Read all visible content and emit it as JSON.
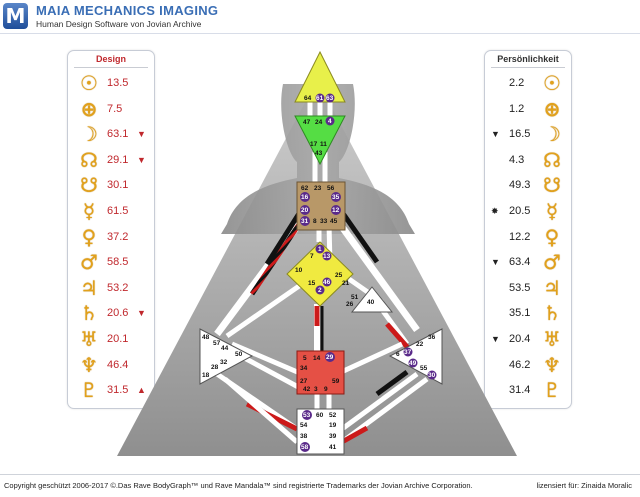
{
  "app": {
    "logo_letter": "M",
    "title": "MAIA MECHANICS IMAGING",
    "subtitle": "Human Design Software von Jovian Archive"
  },
  "design": {
    "title": "Design",
    "color": "#c0282d",
    "rows": [
      {
        "icon": "sun-icon",
        "glyph": "☉",
        "value": "13.5",
        "mark": ""
      },
      {
        "icon": "earth-icon",
        "glyph": "⊕",
        "value": "7.5",
        "mark": ""
      },
      {
        "icon": "moon-icon",
        "glyph": "☽",
        "value": "63.1",
        "mark": "▼"
      },
      {
        "icon": "north-node-icon",
        "glyph": "☊",
        "value": "29.1",
        "mark": "▼"
      },
      {
        "icon": "south-node-icon",
        "glyph": "☋",
        "value": "30.1",
        "mark": ""
      },
      {
        "icon": "mercury-icon",
        "glyph": "☿",
        "value": "61.5",
        "mark": ""
      },
      {
        "icon": "venus-icon",
        "glyph": "♀",
        "value": "37.2",
        "mark": ""
      },
      {
        "icon": "mars-icon",
        "glyph": "♂",
        "value": "58.5",
        "mark": ""
      },
      {
        "icon": "jupiter-icon",
        "glyph": "♃",
        "value": "53.2",
        "mark": ""
      },
      {
        "icon": "saturn-icon",
        "glyph": "♄",
        "value": "20.6",
        "mark": "▼"
      },
      {
        "icon": "uranus-icon",
        "glyph": "♅",
        "value": "20.1",
        "mark": ""
      },
      {
        "icon": "neptune-icon",
        "glyph": "♆",
        "value": "46.4",
        "mark": ""
      },
      {
        "icon": "pluto-icon",
        "glyph": "♇",
        "value": "31.5",
        "mark": "▲"
      }
    ]
  },
  "personality": {
    "title": "Persönlichkeit",
    "rows": [
      {
        "icon": "sun-icon",
        "glyph": "☉",
        "value": "2.2",
        "mark": ""
      },
      {
        "icon": "earth-icon",
        "glyph": "⊕",
        "value": "1.2",
        "mark": ""
      },
      {
        "icon": "moon-icon",
        "glyph": "☽",
        "value": "16.5",
        "mark": "▼"
      },
      {
        "icon": "north-node-icon",
        "glyph": "☊",
        "value": "4.3",
        "mark": ""
      },
      {
        "icon": "south-node-icon",
        "glyph": "☋",
        "value": "49.3",
        "mark": ""
      },
      {
        "icon": "mercury-icon",
        "glyph": "☿",
        "value": "20.5",
        "mark": "✸"
      },
      {
        "icon": "venus-icon",
        "glyph": "♀",
        "value": "12.2",
        "mark": ""
      },
      {
        "icon": "mars-icon",
        "glyph": "♂",
        "value": "63.4",
        "mark": "▼"
      },
      {
        "icon": "jupiter-icon",
        "glyph": "♃",
        "value": "53.5",
        "mark": ""
      },
      {
        "icon": "saturn-icon",
        "glyph": "♄",
        "value": "35.1",
        "mark": ""
      },
      {
        "icon": "uranus-icon",
        "glyph": "♅",
        "value": "20.4",
        "mark": "▼"
      },
      {
        "icon": "neptune-icon",
        "glyph": "♆",
        "value": "46.2",
        "mark": ""
      },
      {
        "icon": "pluto-icon",
        "glyph": "♇",
        "value": "31.4",
        "mark": ""
      }
    ]
  },
  "bodygraph": {
    "colors": {
      "head": "#e8f04a",
      "ajna": "#55dd44",
      "throat": "#b89868",
      "g": "#f0ea40",
      "sacral": "#e55045",
      "design": "#cc1a1a",
      "personality": "#111111",
      "activated_gate": "#5a2a8a"
    },
    "centers": {
      "head": {
        "gates": [
          "64",
          "61",
          "63"
        ],
        "active": [
          "61",
          "63"
        ]
      },
      "ajna": {
        "gates": [
          "47",
          "24",
          "4"
        ],
        "active": [
          "4"
        ]
      },
      "ajna_bottom": {
        "gates": [
          "17",
          "11",
          "43"
        ],
        "active": []
      },
      "throat": {
        "gates": [
          "62",
          "23",
          "56",
          "16",
          "35",
          "20",
          "12",
          "31",
          "8",
          "33",
          "45"
        ],
        "active": [
          "16",
          "35",
          "20",
          "12",
          "31"
        ]
      },
      "g": {
        "gates": [
          "1",
          "7",
          "13",
          "10",
          "25",
          "15",
          "46",
          "2"
        ],
        "active": [
          "1",
          "13",
          "46"
        ]
      },
      "ego": {
        "gates": [
          "21",
          "51",
          "26",
          "40"
        ],
        "active": []
      },
      "spleen": {
        "gates": [
          "48",
          "57",
          "44",
          "50",
          "32",
          "28",
          "18"
        ],
        "active": []
      },
      "solar_plexus": {
        "gates": [
          "36",
          "22",
          "37",
          "6",
          "49",
          "55",
          "30"
        ],
        "active": [
          "37",
          "49",
          "30"
        ]
      },
      "sacral": {
        "gates": [
          "5",
          "14",
          "29",
          "34",
          "27",
          "59",
          "42",
          "3",
          "9"
        ],
        "active": [
          "29"
        ]
      },
      "root": {
        "gates": [
          "53",
          "60",
          "52",
          "54",
          "19",
          "38",
          "39",
          "58",
          "41"
        ],
        "active": [
          "53",
          "58"
        ]
      }
    }
  },
  "footer": {
    "copyright": "Copyright geschützt 2006-2017 ©.Das Rave BodyGraph™ und Rave Mandala™ sind registrierte Trademarks der Jovian Archive Corporation.",
    "license": "lizensiert für: Zinaida Moralic"
  }
}
